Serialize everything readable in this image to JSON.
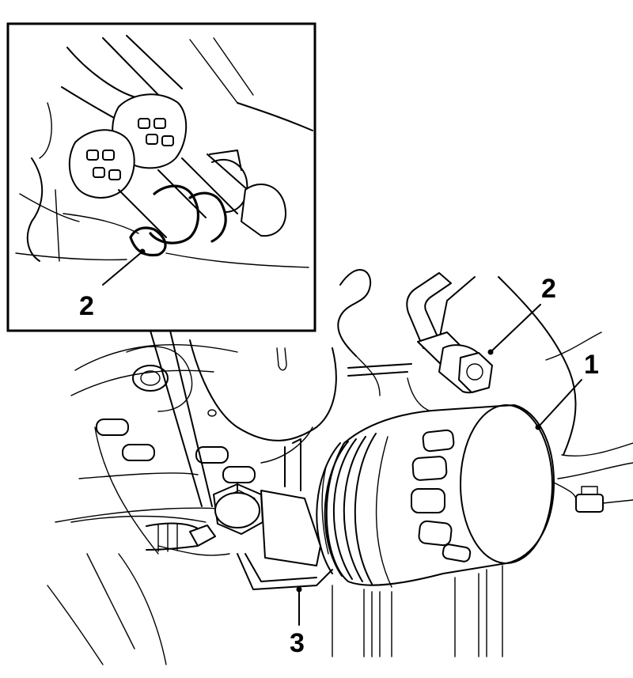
{
  "figure": {
    "callouts": {
      "filter": "1",
      "clamp_main": "2",
      "clamp_inset": "2",
      "bracket": "3"
    }
  }
}
